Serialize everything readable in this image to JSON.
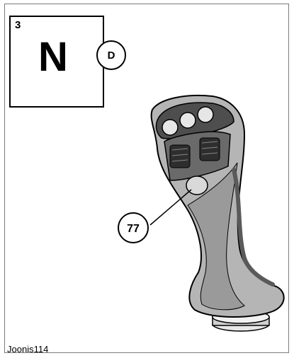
{
  "step_number": "3",
  "mode_letter": "N",
  "mode_badge": "D",
  "callout_label": "77",
  "caption": "Joonis114",
  "figure": {
    "subject": "joystick-handle-icon"
  },
  "colors": {
    "line": "#000000",
    "handle_fill": "#b5b5b5",
    "handle_dark": "#5a5a5a",
    "button_fill": "#d9d9d9"
  }
}
